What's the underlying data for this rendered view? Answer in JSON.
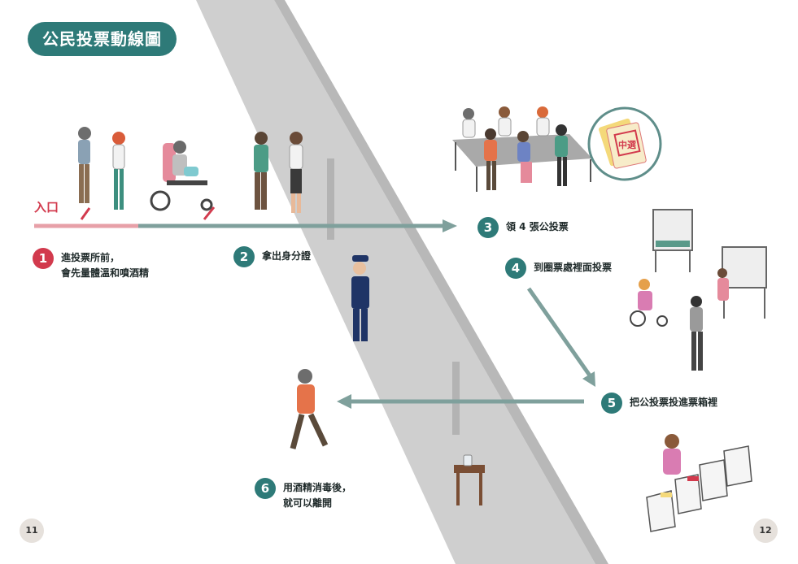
{
  "title": "公民投票動線圖",
  "entrance_label": "入口",
  "steps": [
    {
      "num": "1",
      "lines": [
        "進投票所前，",
        "會先量體溫和噴酒精"
      ]
    },
    {
      "num": "2",
      "lines": [
        "拿出身分證"
      ]
    },
    {
      "num": "3",
      "lines": [
        "領 4 張公投票"
      ]
    },
    {
      "num": "4",
      "lines": [
        "到圈票處裡面投票"
      ]
    },
    {
      "num": "5",
      "lines": [
        "把公投票投進票箱裡"
      ]
    },
    {
      "num": "6",
      "lines": [
        "用酒精消毒後，",
        "就可以離開"
      ]
    }
  ],
  "ballot_stamp": "中選",
  "pages": {
    "left": "11",
    "right": "12"
  },
  "colors": {
    "teal": "#2e7a78",
    "red": "#d23a4d",
    "arrow": "#7fa09c",
    "wall": "#c9c9c9"
  }
}
